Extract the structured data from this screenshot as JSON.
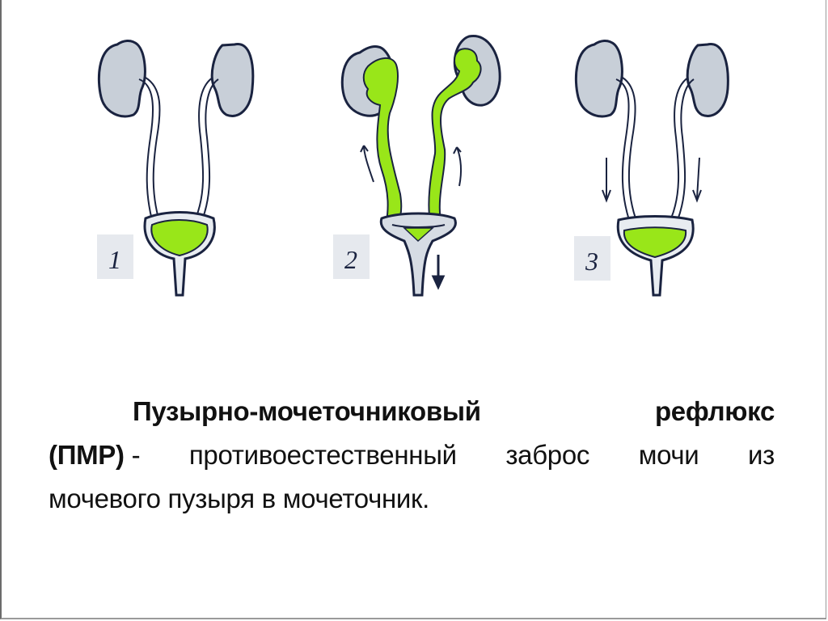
{
  "colors": {
    "urine": "#99e619",
    "kidney_fill": "#c8cfd8",
    "outline": "#1a2340",
    "label_bg": "#e6e9ee",
    "text": "#111111"
  },
  "figures": [
    {
      "label": "1",
      "state": "bladder-filled",
      "arrows": "none",
      "kidney_filled": false
    },
    {
      "label": "2",
      "state": "reflux",
      "arrows": "up-along-ureters, down-urethra",
      "kidney_filled": true
    },
    {
      "label": "3",
      "state": "bladder-filled",
      "arrows": "down-along-ureters",
      "kidney_filled": false
    }
  ],
  "caption": {
    "term": "Пузырно-мочеточниковый",
    "term2": "рефлюкс",
    "abbr": "(ПМР)",
    "dash": "-",
    "line2_words": [
      "противоестественный",
      "заброс",
      "мочи",
      "из"
    ],
    "line3": "мочевого пузыря в мочеточник."
  }
}
